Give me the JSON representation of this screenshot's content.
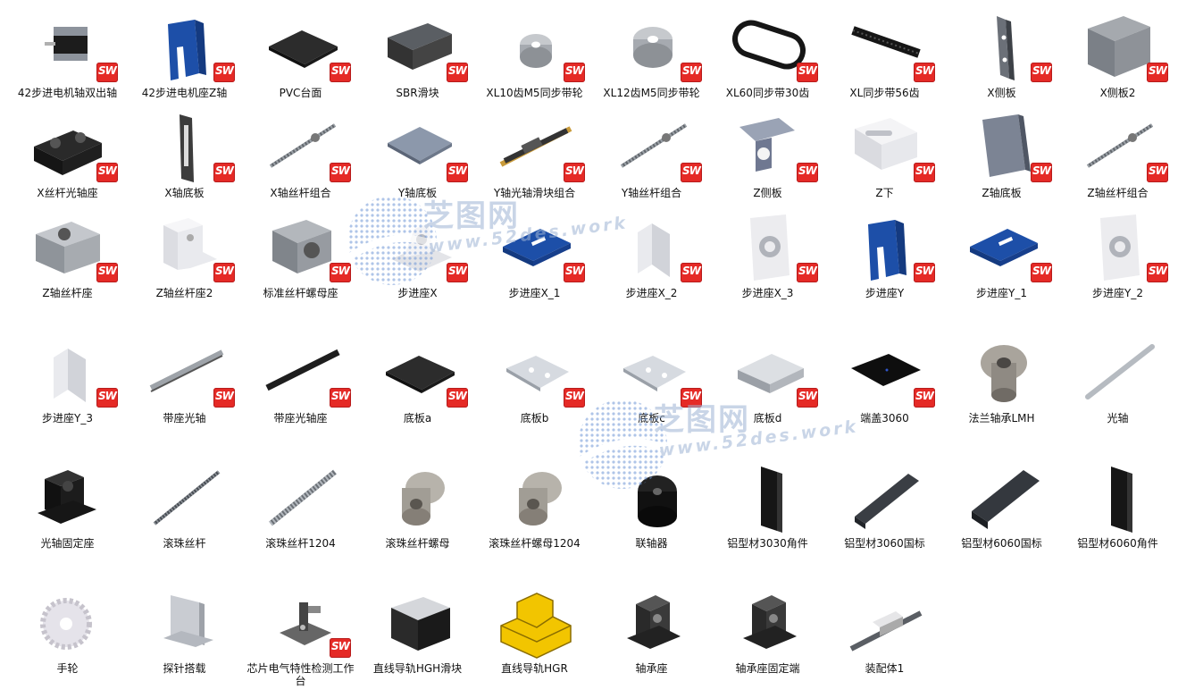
{
  "watermark": {
    "title": "芝图网",
    "url": "www.52des.work"
  },
  "badge_text": "SW",
  "colors": {
    "badge": "#e52a26",
    "blue_part": "#1d4fa8",
    "gray_part": "#9aa0a8",
    "black_part": "#222222",
    "yellow_part": "#f2c500"
  },
  "rows": [
    [
      {
        "label": "42步进电机轴双出轴",
        "icon": "stepper-motor",
        "badge": true
      },
      {
        "label": "42步进电机座Z轴",
        "icon": "motor-mount-blue",
        "badge": true
      },
      {
        "label": "PVC台面",
        "icon": "flat-plate-dark",
        "badge": true
      },
      {
        "label": "SBR滑块",
        "icon": "linear-block",
        "badge": true
      },
      {
        "label": "XL10齿M5同步带轮",
        "icon": "pulley-small",
        "badge": true
      },
      {
        "label": "XL12齿M5同步带轮",
        "icon": "pulley-large",
        "badge": true
      },
      {
        "label": "XL60同步带30齿",
        "icon": "belt-loop",
        "badge": true
      },
      {
        "label": "XL同步带56齿",
        "icon": "belt-strip",
        "badge": true
      },
      {
        "label": "X侧板",
        "icon": "side-plate",
        "badge": true
      },
      {
        "label": "X侧板2",
        "icon": "block-gray",
        "badge": true
      }
    ],
    [
      {
        "label": "X丝杆光轴座",
        "icon": "shaft-holder-black",
        "badge": true
      },
      {
        "label": "X轴底板",
        "icon": "slotted-plate",
        "badge": true
      },
      {
        "label": "X轴丝杆组合",
        "icon": "lead-screw",
        "badge": true
      },
      {
        "label": "Y轴底板",
        "icon": "perforated-plate",
        "badge": true
      },
      {
        "label": "Y轴光轴滑块组合",
        "icon": "rail-assembly",
        "badge": true
      },
      {
        "label": "Y轴丝杆组合",
        "icon": "lead-screw",
        "badge": true
      },
      {
        "label": "Z侧板",
        "icon": "bracket-gray",
        "badge": true
      },
      {
        "label": "Z下",
        "icon": "slotted-block-white",
        "badge": true
      },
      {
        "label": "Z轴底板",
        "icon": "square-plate-gray",
        "badge": true
      },
      {
        "label": "Z轴丝杆组合",
        "icon": "lead-screw",
        "badge": true
      }
    ],
    [
      {
        "label": "Z轴丝杆座",
        "icon": "clamp-block",
        "badge": true
      },
      {
        "label": "Z轴丝杆座2",
        "icon": "l-block-white",
        "badge": true
      },
      {
        "label": "标准丝杆螺母座",
        "icon": "nut-housing",
        "badge": true
      },
      {
        "label": "步进座X",
        "icon": "stepper-seat-white",
        "badge": true
      },
      {
        "label": "步进座X_1",
        "icon": "blue-plate",
        "badge": true
      },
      {
        "label": "步进座X_2",
        "icon": "wedge-white",
        "badge": true
      },
      {
        "label": "步进座X_3",
        "icon": "motor-plate-white",
        "badge": true
      },
      {
        "label": "步进座Y",
        "icon": "motor-mount-blue",
        "badge": true
      },
      {
        "label": "步进座Y_1",
        "icon": "blue-plate",
        "badge": true
      },
      {
        "label": "步进座Y_2",
        "icon": "motor-plate-white",
        "badge": true
      }
    ],
    [
      {
        "label": "步进座Y_3",
        "icon": "wedge-white",
        "badge": true
      },
      {
        "label": "带座光轴",
        "icon": "supported-rod",
        "badge": true
      },
      {
        "label": "带座光轴座",
        "icon": "supported-rod-black",
        "badge": true
      },
      {
        "label": "底板a",
        "icon": "flat-plate-dark",
        "badge": true
      },
      {
        "label": "底板b",
        "icon": "flat-plate-light",
        "badge": true
      },
      {
        "label": "底板c",
        "icon": "flat-plate-light",
        "badge": true
      },
      {
        "label": "底板d",
        "icon": "stepped-plate",
        "badge": true
      },
      {
        "label": "端盖3060",
        "icon": "end-cap-black",
        "badge": true
      },
      {
        "label": "法兰轴承LMH",
        "icon": "flange-bearing",
        "badge": false
      },
      {
        "label": "光轴",
        "icon": "round-rod",
        "badge": false
      }
    ],
    [
      {
        "label": "光轴固定座",
        "icon": "shaft-support-black",
        "badge": false
      },
      {
        "label": "滚珠丝杆",
        "icon": "ball-screw",
        "badge": false
      },
      {
        "label": "滚珠丝杆1204",
        "icon": "ball-screw-thick",
        "badge": false
      },
      {
        "label": "滚珠丝杆螺母",
        "icon": "ball-nut",
        "badge": false
      },
      {
        "label": "滚珠丝杆螺母1204",
        "icon": "ball-nut",
        "badge": false
      },
      {
        "label": "联轴器",
        "icon": "coupler",
        "badge": false
      },
      {
        "label": "铝型材3030角件",
        "icon": "corner-bracket",
        "badge": false
      },
      {
        "label": "铝型材3060国标",
        "icon": "extrusion",
        "badge": false
      },
      {
        "label": "铝型材6060国标",
        "icon": "extrusion-wide",
        "badge": false
      },
      {
        "label": "铝型材6060角件",
        "icon": "corner-bracket",
        "badge": false
      }
    ],
    [
      {
        "label": "手轮",
        "icon": "gear-wheel",
        "badge": false
      },
      {
        "label": "探针搭载",
        "icon": "probe-plate",
        "badge": false
      },
      {
        "label": "芯片电气特性检测工作台",
        "icon": "machine-assembly",
        "badge": true
      },
      {
        "label": "直线导轨HGH滑块",
        "icon": "hgh-block",
        "badge": false
      },
      {
        "label": "直线导轨HGR",
        "icon": "yellow-part",
        "badge": false
      },
      {
        "label": "轴承座",
        "icon": "pillow-block",
        "badge": false
      },
      {
        "label": "轴承座固定端",
        "icon": "pillow-block",
        "badge": false
      },
      {
        "label": "装配体1",
        "icon": "rail-block",
        "badge": false
      }
    ]
  ]
}
